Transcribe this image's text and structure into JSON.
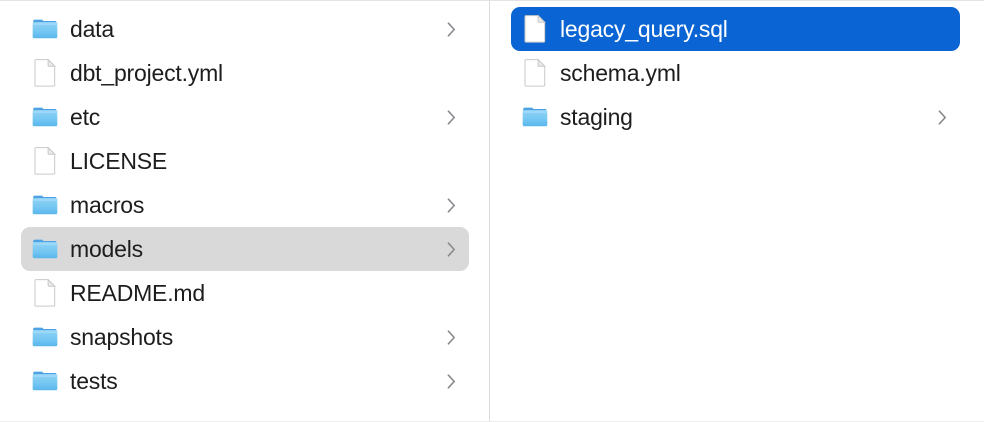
{
  "window": {
    "view_mode": "column",
    "accent_color": "#0a64d4",
    "selection_inactive_color": "#d9d9d9",
    "text_color": "#1d1d1f",
    "divider_color": "#dcdcdc",
    "background_color": "#ffffff"
  },
  "columns": [
    {
      "name": "parent-column",
      "items": [
        {
          "label": "data",
          "kind": "folder",
          "icon": "folder-icon",
          "has_chevron": true,
          "selected": false,
          "selection_style": "none"
        },
        {
          "label": "dbt_project.yml",
          "kind": "document",
          "icon": "document-icon",
          "has_chevron": false,
          "selected": false,
          "selection_style": "none"
        },
        {
          "label": "etc",
          "kind": "folder",
          "icon": "folder-icon",
          "has_chevron": true,
          "selected": false,
          "selection_style": "none"
        },
        {
          "label": "LICENSE",
          "kind": "document",
          "icon": "document-icon",
          "has_chevron": false,
          "selected": false,
          "selection_style": "none"
        },
        {
          "label": "macros",
          "kind": "folder",
          "icon": "folder-icon",
          "has_chevron": true,
          "selected": false,
          "selection_style": "none"
        },
        {
          "label": "models",
          "kind": "folder",
          "icon": "folder-icon",
          "has_chevron": true,
          "selected": true,
          "selection_style": "gray"
        },
        {
          "label": "README.md",
          "kind": "document",
          "icon": "document-icon",
          "has_chevron": false,
          "selected": false,
          "selection_style": "none"
        },
        {
          "label": "snapshots",
          "kind": "folder",
          "icon": "folder-icon",
          "has_chevron": true,
          "selected": false,
          "selection_style": "none"
        },
        {
          "label": "tests",
          "kind": "folder",
          "icon": "folder-icon",
          "has_chevron": true,
          "selected": false,
          "selection_style": "none"
        }
      ]
    },
    {
      "name": "child-column",
      "items": [
        {
          "label": "legacy_query.sql",
          "kind": "document",
          "icon": "document-icon",
          "has_chevron": false,
          "selected": true,
          "selection_style": "blue"
        },
        {
          "label": "schema.yml",
          "kind": "document",
          "icon": "document-icon",
          "has_chevron": false,
          "selected": false,
          "selection_style": "none"
        },
        {
          "label": "staging",
          "kind": "folder",
          "icon": "folder-icon",
          "has_chevron": true,
          "selected": false,
          "selection_style": "none"
        }
      ]
    }
  ]
}
